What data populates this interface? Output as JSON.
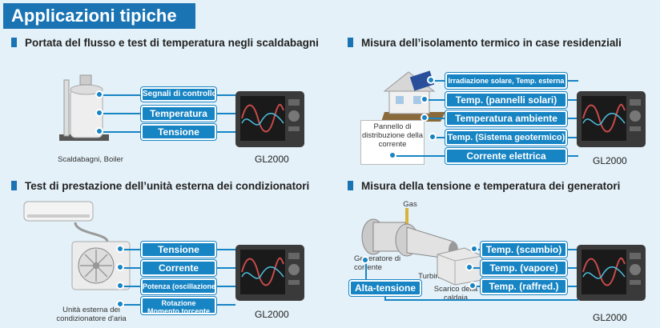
{
  "header": {
    "title": "Applicazioni tipiche"
  },
  "sections": {
    "boiler": {
      "title": "Portata del flusso e test di temperatura negli scaldabagni",
      "labels": [
        "Segnali di controllo",
        "Temperatura",
        "Tensione"
      ],
      "caption": "Scaldabagni, Boiler",
      "device": "GL2000"
    },
    "house": {
      "title": "Misura dell’isolamento termico in case residenziali",
      "labels": [
        "Irradiazione solare, Temp. esterna",
        "Temp. (pannelli solari)",
        "Temperatura ambiente",
        "Temp. (Sistema geotermico)",
        "Corrente elettrica"
      ],
      "caption": "Pannello di distribuzione della corrente",
      "device": "GL2000"
    },
    "aircon": {
      "title": "Test di prestazione dell’unità esterna dei condizionatori",
      "labels": [
        "Tensione",
        "Corrente",
        "Potenza (oscillazione)",
        "Rotazione",
        "Momento torcente"
      ],
      "caption": "Unità esterna del condizionatore d'aria",
      "device": "GL2000"
    },
    "generator": {
      "title": "Misura della tensione e temperatura dei generatori",
      "labels": [
        "Temp. (scambio)",
        "Temp. (vapore)",
        "Temp. (raffred.)",
        "Alta-tensione"
      ],
      "captions": {
        "gas": "Gas",
        "generator": "Generatore di corrente",
        "turbine": "Turbina a gas",
        "boiler": "Scarico della caldaia"
      },
      "device": "GL2000"
    }
  },
  "colors": {
    "accent": "#1a74b4",
    "label": "#1784c4",
    "background": "#e4f1f8"
  }
}
